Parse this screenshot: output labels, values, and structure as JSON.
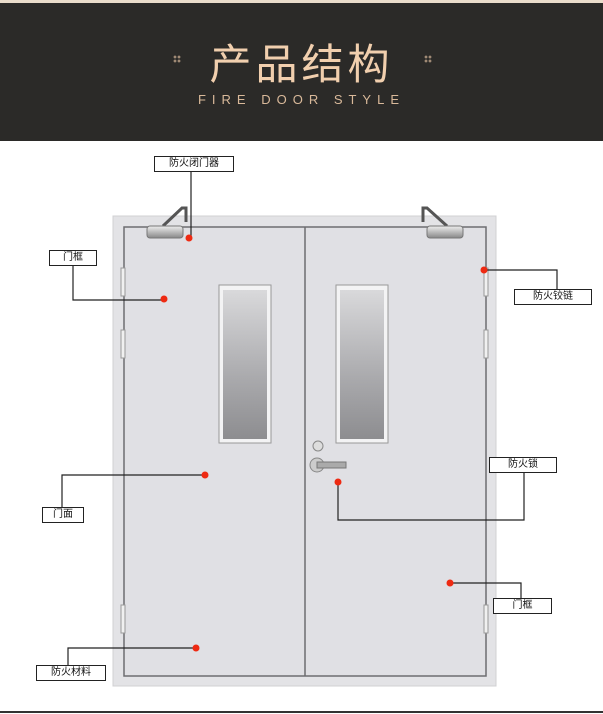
{
  "header": {
    "title": "产品结构",
    "subtitle": "FIRE DOOR STYLE"
  },
  "labels": {
    "door_closer": "防火闭门器",
    "frame_top": "门框",
    "hinge": "防火铰链",
    "door_panel": "门面",
    "lock": "防火锁",
    "frame_bottom": "门框",
    "fire_material": "防火材料"
  },
  "colors": {
    "banner": "#2b2a28",
    "accent": "#f1cfae",
    "marker": "#ee2a12"
  }
}
